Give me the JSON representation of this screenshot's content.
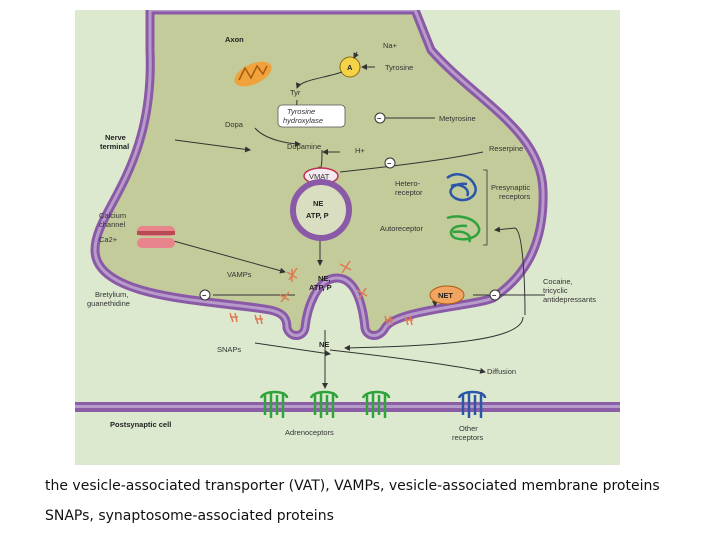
{
  "diagram": {
    "labels": {
      "axon": "Axon",
      "na": "Na+",
      "a": "A",
      "tyrosine": "Tyrosine",
      "tyr": "Tyr",
      "tyrosine_hydroxylase_1": "Tyrosine",
      "tyrosine_hydroxylase_2": "hydroxylase",
      "metyrosine": "Metyrosine",
      "dopa": "Dopa",
      "nerve_terminal_1": "Nerve",
      "nerve_terminal_2": "terminal",
      "dopamine": "Dopamine",
      "h_plus": "H+",
      "reserpine": "Reserpine",
      "vmat": "VMAT",
      "hetero_1": "Hetero-",
      "hetero_2": "receptor",
      "presynaptic_1": "Presynaptic",
      "presynaptic_2": "receptors",
      "vesicle_ne": "NE",
      "vesicle_atp": "ATP, P",
      "calcium_1": "Calcium",
      "calcium_2": "channel",
      "ca": "Ca2+",
      "autoreceptor": "Autoreceptor",
      "vamps": "VAMPs",
      "released_ne": "NE,",
      "released_atp": "ATP, P",
      "net": "NET",
      "bretylium_1": "Bretylium,",
      "bretylium_2": "guanethidine",
      "cocaine_1": "Cocaine,",
      "cocaine_2": "tricyclic",
      "cocaine_3": "antidepressants",
      "snaps": "SNAPs",
      "cleft_ne": "NE",
      "diffusion": "Diffusion",
      "postsynaptic": "Postsynaptic cell",
      "adrenoceptors": "Adrenoceptors",
      "other_1": "Other",
      "other_2": "receptors"
    },
    "minus_sign": "−",
    "colors": {
      "background": "#dde9cf",
      "membrane": "#8a5aa6",
      "cytoplasm": "#c3cb9b",
      "postsynaptic": "#8b5fa8",
      "adrenoceptor": "#2fa33c",
      "other_receptor": "#2b56a8",
      "heteroreceptor": "#2b56a8",
      "snare": "#e07a50",
      "calcium_channel": "#e8848c",
      "net": "#f2a560",
      "mitochondrion": "#f0a23c"
    }
  },
  "caption": {
    "line1": "the vesicle-associated transporter (VAT),   VAMPs, vesicle-associated membrane proteins",
    "line2": "SNAPs, synaptosome-associated proteins"
  }
}
